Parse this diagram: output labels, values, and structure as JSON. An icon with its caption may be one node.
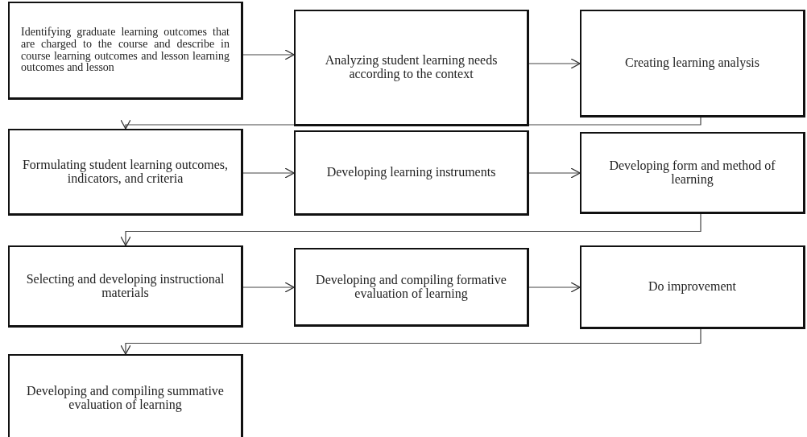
{
  "diagram": {
    "nodes": [
      {
        "text": [
          "Identifying graduate learning outcomes that are charged to the course and describe in course learning outcomes and lesson learning outcomes and lesson"
        ]
      },
      {
        "text": [
          "Analyzing student learning needs according to the context"
        ]
      },
      {
        "text": [
          "Creating learning analysis"
        ]
      },
      {
        "text": [
          "Formulating student learning outcomes, indicators, and criteria"
        ]
      },
      {
        "text": [
          "Developing learning instruments"
        ]
      },
      {
        "text": [
          "Developing form and method of learning"
        ]
      },
      {
        "text": [
          "Selecting and developing instructional materials"
        ]
      },
      {
        "text": [
          "Developing and compiling formative evaluation of learning"
        ]
      },
      {
        "text": [
          "Do improvement"
        ]
      },
      {
        "text": [
          "Developing and compiling summative evaluation of learning"
        ]
      }
    ],
    "edges": [
      {
        "from": 0,
        "to": 1,
        "arrow": "to"
      },
      {
        "from": 1,
        "to": 2,
        "arrow": "to"
      },
      {
        "from": 2,
        "to": 3,
        "arrow": "to"
      },
      {
        "from": 3,
        "to": 4,
        "arrow": "to"
      },
      {
        "from": 4,
        "to": 5,
        "arrow": "to"
      },
      {
        "from": 5,
        "to": 6,
        "arrow": "to"
      },
      {
        "from": 6,
        "to": 7,
        "arrow": "to"
      },
      {
        "from": 7,
        "to": 8,
        "arrow": "to"
      },
      {
        "from": 8,
        "to": 9,
        "arrow": "to"
      }
    ]
  }
}
